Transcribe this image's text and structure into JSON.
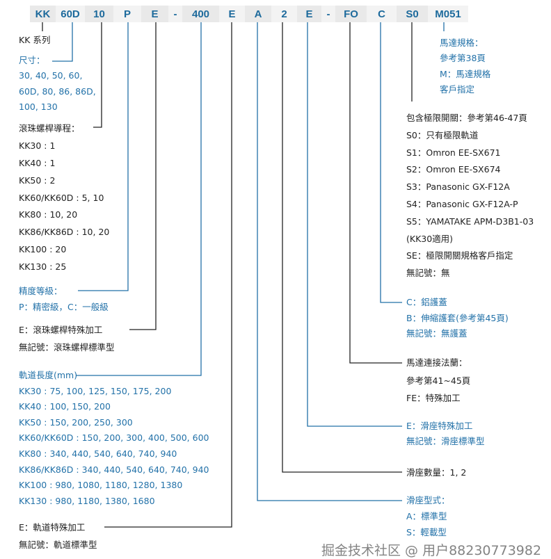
{
  "codes": [
    "KK",
    "60D",
    "10",
    "P",
    "E",
    "-",
    "400",
    "E",
    "A",
    "2",
    "E",
    "-",
    "FO",
    "C",
    "S0",
    "M051"
  ],
  "colors": {
    "blue": "#2271a8",
    "black": "#222222",
    "code_bg": "#e9e9e9"
  },
  "left": [
    {
      "id": "series",
      "color": "black",
      "lines": [
        "KK 系列"
      ]
    },
    {
      "id": "size",
      "color": "blue",
      "lines": [
        "尺寸：",
        "30, 40, 50, 60,",
        "60D, 80, 86, 86D,",
        "100, 130"
      ]
    },
    {
      "id": "lead",
      "color": "black",
      "lines": [
        "滾珠螺桿導程：",
        "KK30 : 1",
        "KK40 : 1",
        "KK50 : 2",
        "KK60/KK60D : 5, 10",
        "KK80 : 10, 20",
        "KK86/KK86D : 10, 20",
        "KK100 : 20",
        "KK130 : 25"
      ]
    },
    {
      "id": "precision",
      "color": "blue",
      "lines": [
        "精度等級：",
        "P：精密級，C：一般級"
      ]
    },
    {
      "id": "screw-special",
      "color": "black",
      "lines": [
        "E：滾珠螺桿特殊加工",
        "無記號：滾珠螺桿標準型"
      ]
    },
    {
      "id": "rail-length",
      "color": "blue",
      "lines": [
        "軌道長度(mm)",
        "KK30 : 75, 100, 125, 150, 175, 200",
        "KK40 : 100, 150, 200",
        "KK50 : 150, 200, 250, 300",
        "KK60/KK60D : 150, 200, 300, 400, 500, 600",
        "KK80 : 340, 440, 540, 640, 740, 940",
        "KK86/KK86D : 340, 440, 540, 640, 740, 940",
        "KK100 : 980, 1080, 1180, 1280, 1380",
        "KK130 : 980, 1180, 1380, 1680"
      ]
    },
    {
      "id": "rail-special",
      "color": "black",
      "lines": [
        "E：軌道特殊加工",
        "無記號：軌道標準型"
      ]
    }
  ],
  "right": [
    {
      "id": "motor",
      "color": "blue",
      "lines": [
        "馬達規格：",
        "參考第38頁",
        "M：馬達規格",
        "客戶指定"
      ]
    },
    {
      "id": "limit-switch",
      "color": "black",
      "lines": [
        "包含極限開關：參考第46-47頁",
        "S0：只有極限軌道",
        "S1：Omron EE-SX671",
        "S2：Omron EE-SX674",
        "S3：Panasonic GX-F12A",
        "S4：Panasonic GX-F12A-P",
        "S5：YAMATAKE APM-D3B1-03",
        "(KK30適用)",
        "SE：極限開關規格客戶指定",
        "無記號：無"
      ]
    },
    {
      "id": "cover",
      "color": "blue",
      "lines": [
        "C：鋁護蓋",
        "B：伸縮護套(參考第45頁)",
        "無記號：無護蓋"
      ]
    },
    {
      "id": "flange",
      "color": "black",
      "lines": [
        "馬達連接法蘭：",
        "參考第41~45頁",
        "FE：特殊加工"
      ]
    },
    {
      "id": "block-special",
      "color": "blue",
      "lines": [
        "E：滑座特殊加工",
        "無記號：滑座標準型"
      ]
    },
    {
      "id": "block-qty",
      "color": "black",
      "lines": [
        "滑座數量：1, 2"
      ]
    },
    {
      "id": "block-type",
      "color": "blue",
      "lines": [
        "滑座型式：",
        "A：標準型",
        "S：輕載型"
      ]
    }
  ],
  "watermark": "掘金技术社区 @ 用户88230773982"
}
